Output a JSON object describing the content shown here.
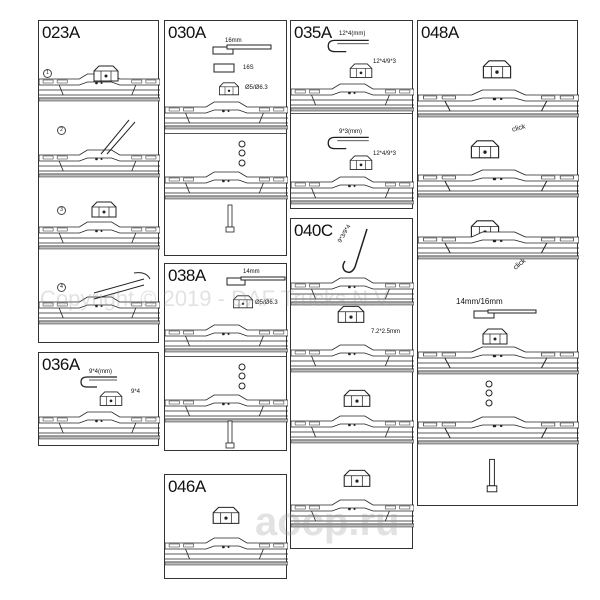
{
  "panels": {
    "p023a": {
      "title": "023A",
      "steps": [
        "1",
        "2",
        "3",
        "4"
      ]
    },
    "p036a": {
      "title": "036A",
      "dim1": "9*4(mm)",
      "dim2": "9*4"
    },
    "p030a": {
      "title": "030A",
      "dim1": "16mm",
      "dim2": "16S",
      "dim3": "Ø5/Ø6.3"
    },
    "p038a": {
      "title": "038A",
      "dim1": "14mm",
      "dim2": "Ø5/Ø6.3"
    },
    "p046a": {
      "title": "046A"
    },
    "p035a": {
      "title": "035A",
      "dim1": "12*4(mm)",
      "dim2": "12*4/9*3",
      "dim3": "9*3(mm)",
      "dim4": "12*4/9*3"
    },
    "p040c": {
      "title": "040C",
      "dim1": "9*3/9*4",
      "dim2": "7.2*2.5mm"
    },
    "p048a": {
      "title": "048A",
      "click1": "click",
      "click2": "click",
      "dim1": "14mm/16mm"
    }
  },
  "watermarks": {
    "copyright": "Copyright © 2019 - DAF Trucks N.V.",
    "site": "aocp.ru"
  }
}
